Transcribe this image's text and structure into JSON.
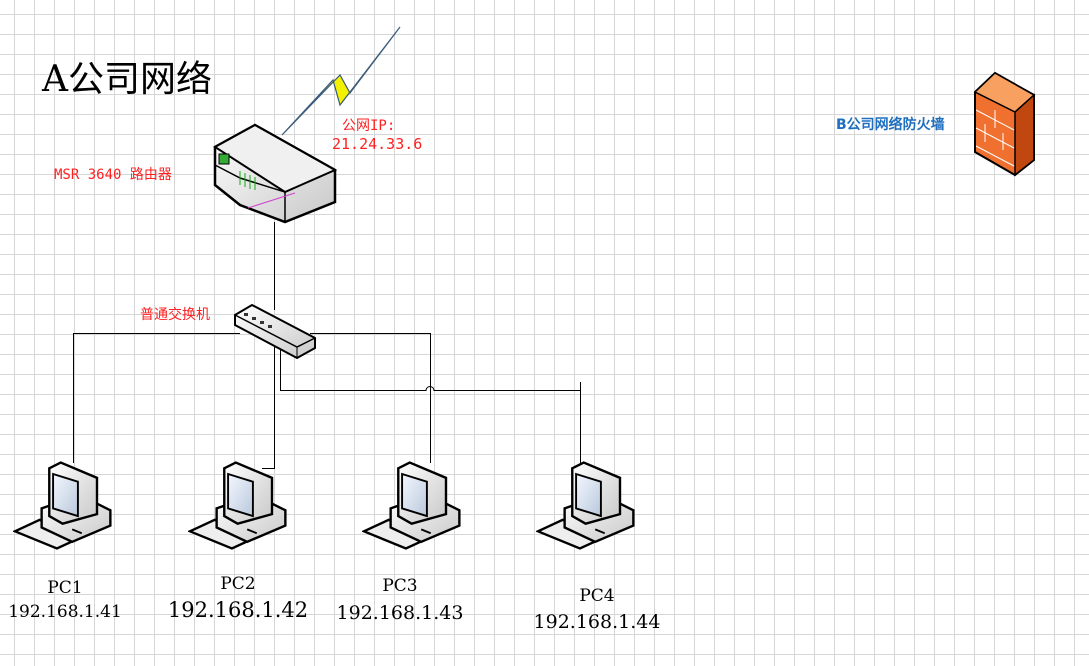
{
  "title": "A公司网络",
  "router": {
    "label": "MSR 3640 路由器",
    "ip_label": "公网IP:",
    "ip": "21.24.33.6"
  },
  "switch": {
    "label": "普通交换机"
  },
  "firewall": {
    "label": "B公司网络防火墙"
  },
  "pcs": [
    {
      "name": "PC1",
      "ip": "192.168.1.41"
    },
    {
      "name": "PC2",
      "ip": "192.168.1.42"
    },
    {
      "name": "PC3",
      "ip": "192.168.1.43"
    },
    {
      "name": "PC4",
      "ip": "192.168.1.44"
    }
  ]
}
